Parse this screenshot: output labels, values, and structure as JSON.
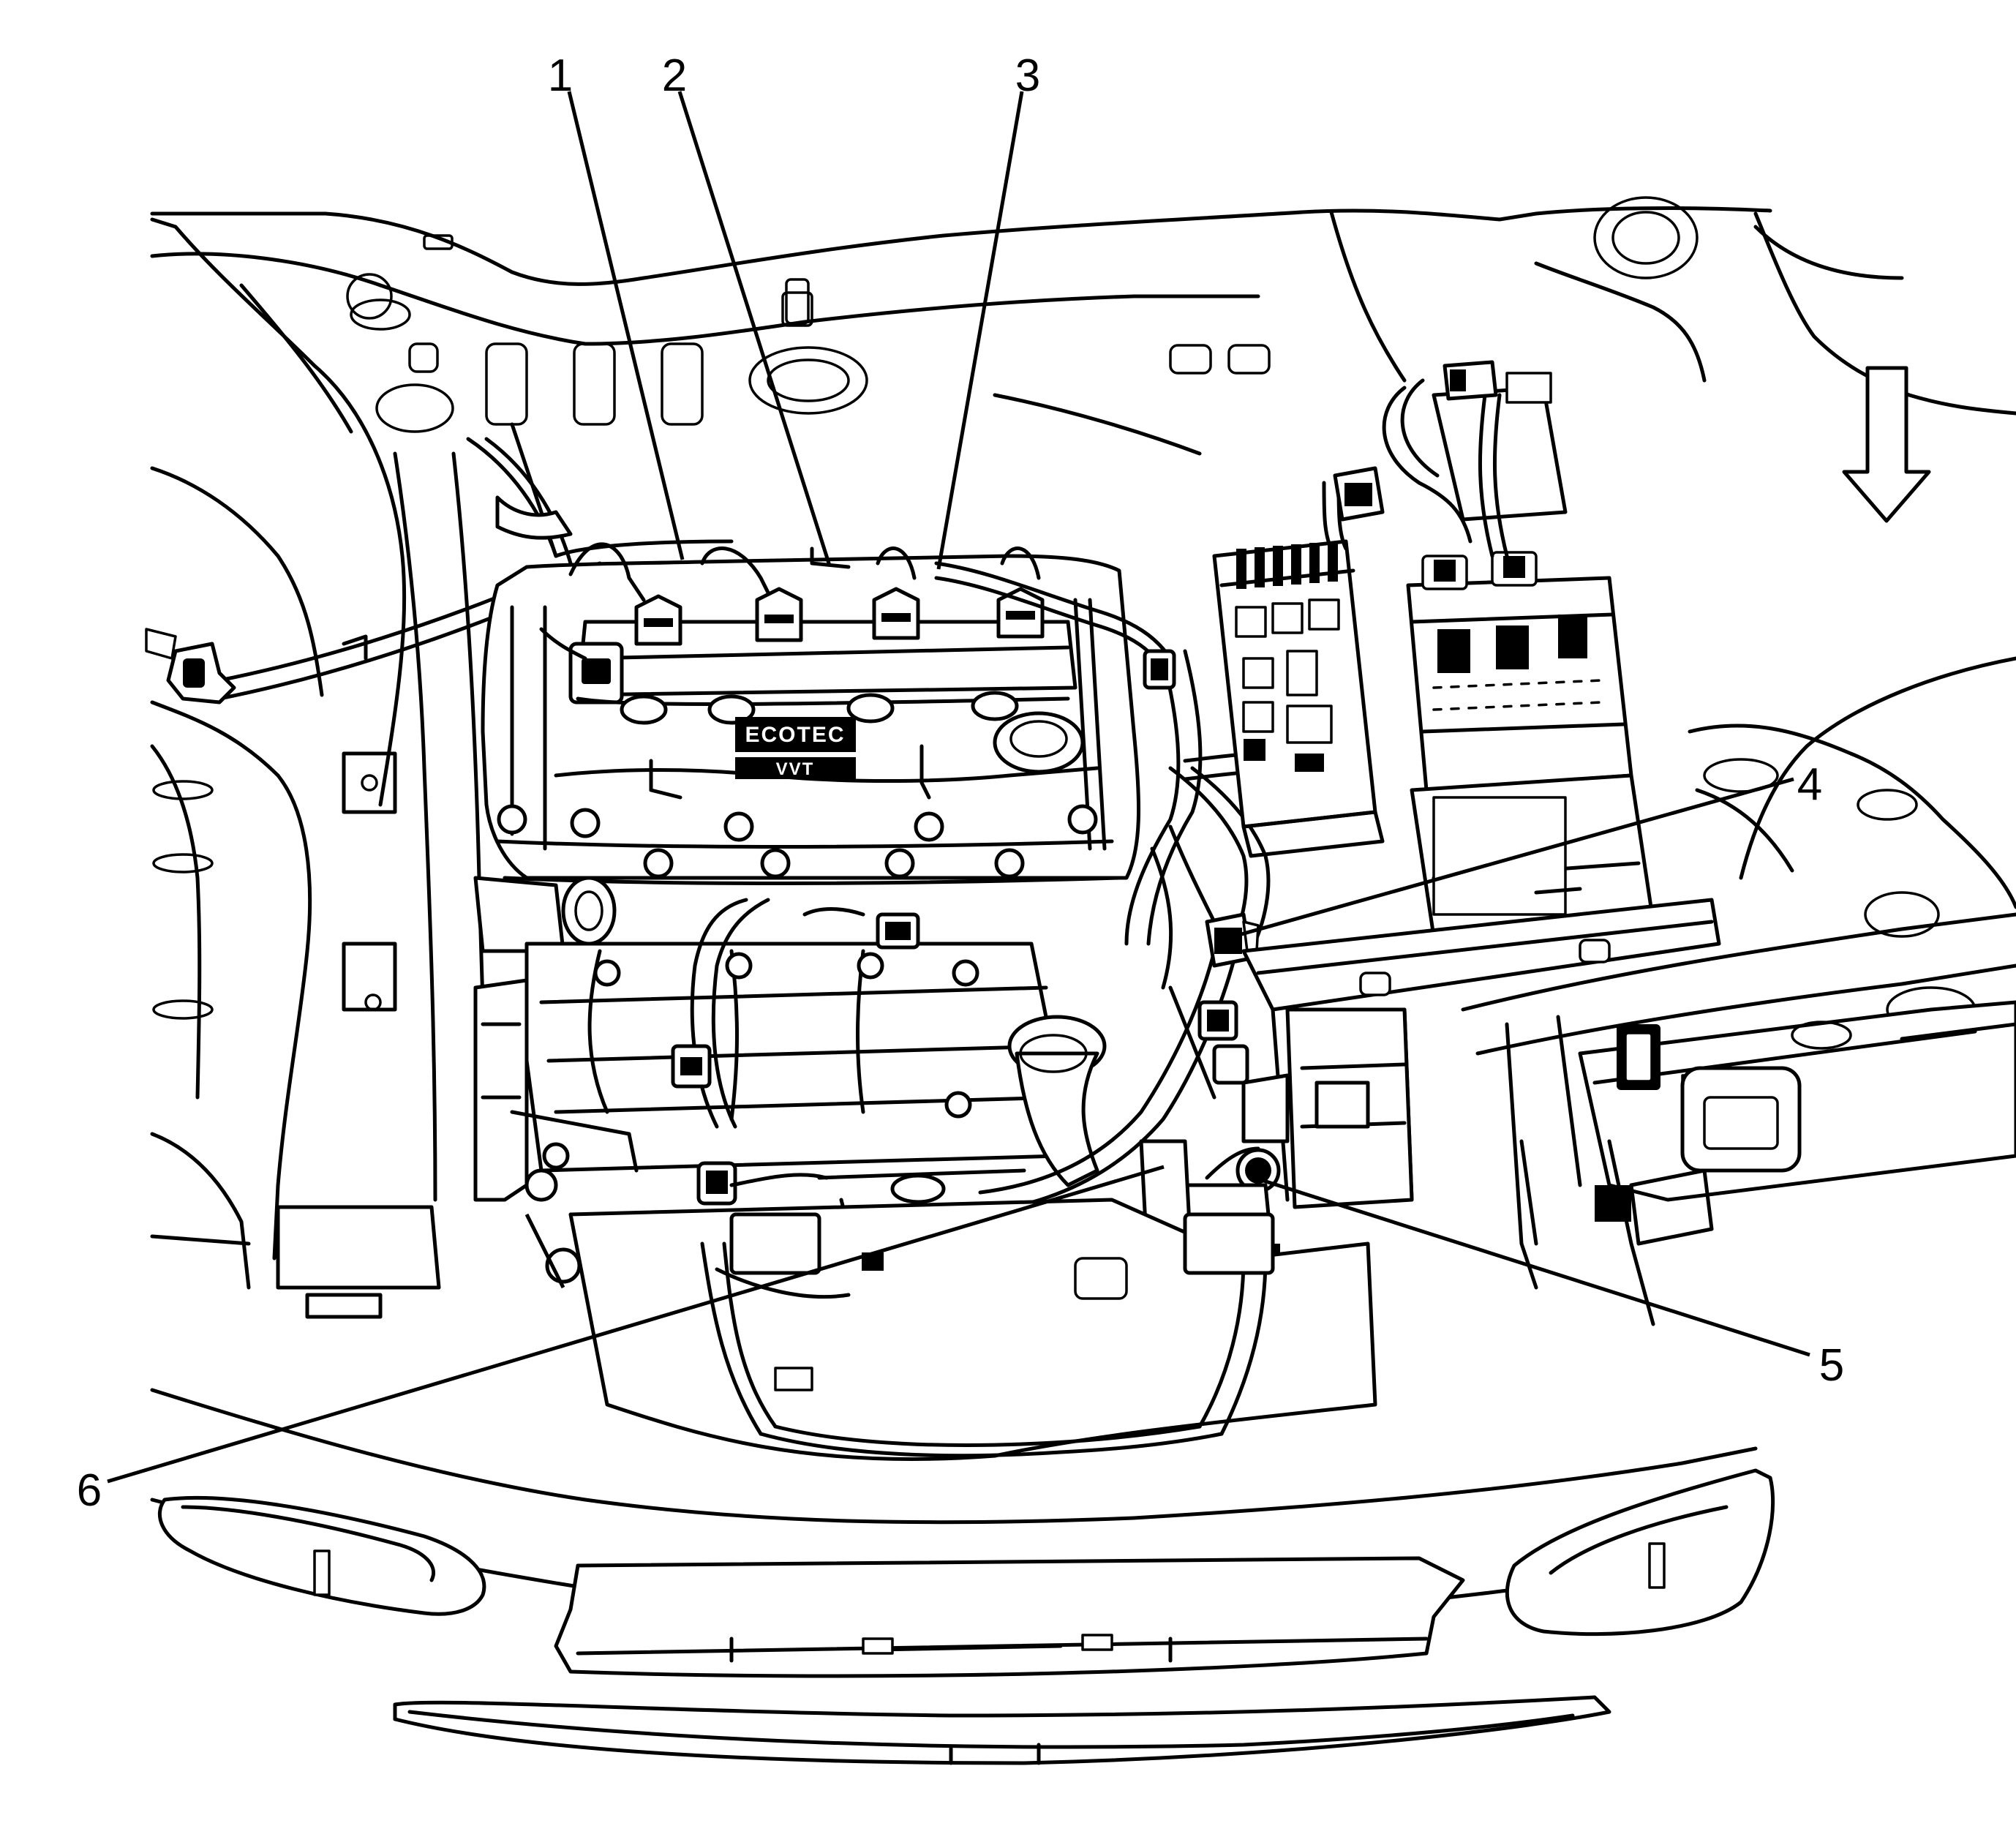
{
  "callouts": [
    {
      "id": "1",
      "label": "1"
    },
    {
      "id": "2",
      "label": "2"
    },
    {
      "id": "3",
      "label": "3"
    },
    {
      "id": "4",
      "label": "4"
    },
    {
      "id": "5",
      "label": "5"
    },
    {
      "id": "6",
      "label": "6"
    }
  ],
  "engine_cover_logo": {
    "line1": "ECOTEC",
    "line2": "VVT"
  },
  "direction_indicator": "down-arrow-icon"
}
